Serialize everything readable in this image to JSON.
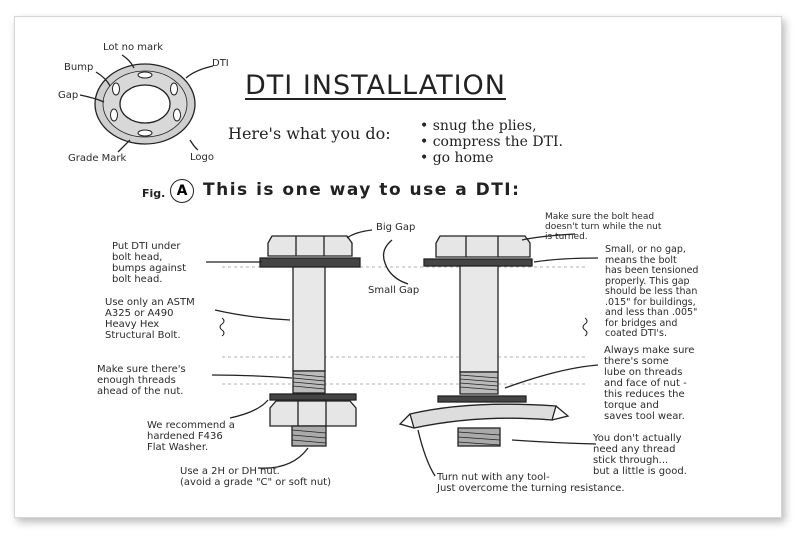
{
  "washer_labels": {
    "lot_mark": "Lot no mark",
    "dti": "DTI",
    "bump": "Bump",
    "gap": "Gap",
    "grade_mark": "Grade Mark",
    "logo": "Logo"
  },
  "title": "DTI INSTALLATION",
  "instructions": {
    "lead": "Here's what you do:",
    "steps": [
      "snug the plies,",
      "compress the DTI.",
      "go home"
    ]
  },
  "figure": {
    "prefix": "Fig.",
    "letter": "A",
    "heading": "This is one way to use a DTI:"
  },
  "left_notes": {
    "dti_under": [
      "Put DTI under",
      "bolt head,",
      "bumps against",
      "bolt head."
    ],
    "astm": [
      "Use only an ASTM",
      "A325 or A490",
      "Heavy Hex",
      "Structural Bolt."
    ],
    "threads": [
      "Make sure there's",
      "enough threads",
      "ahead of the nut."
    ],
    "washer": [
      "We recommend a",
      "hardened F436",
      "Flat Washer."
    ],
    "nut": [
      "Use a 2H or DH nut.",
      "(avoid a grade \"C\" or soft nut)"
    ]
  },
  "center_notes": {
    "big_gap": "Big Gap",
    "small_gap": "Small Gap",
    "turn_nut": [
      "Turn nut with any tool-",
      "Just overcome the turning resistance."
    ]
  },
  "right_notes": {
    "bolt_head": [
      "Make sure the bolt head",
      "doesn't turn while the nut",
      "is turned."
    ],
    "small_gap": [
      "Small, or no gap,",
      "means the bolt",
      "has been tensioned",
      "properly.  This gap",
      "should be less than",
      ".015\" for buildings,",
      "and less than .005\"",
      "for bridges and",
      "coated DTI's."
    ],
    "lube": [
      "Always make sure",
      "there's some",
      "lube on threads",
      "and face of nut -",
      "this reduces the",
      "torque and",
      "saves tool wear."
    ],
    "thread_through": [
      "You don't actually",
      "need any thread",
      "stick through...",
      "but a little is good."
    ]
  }
}
